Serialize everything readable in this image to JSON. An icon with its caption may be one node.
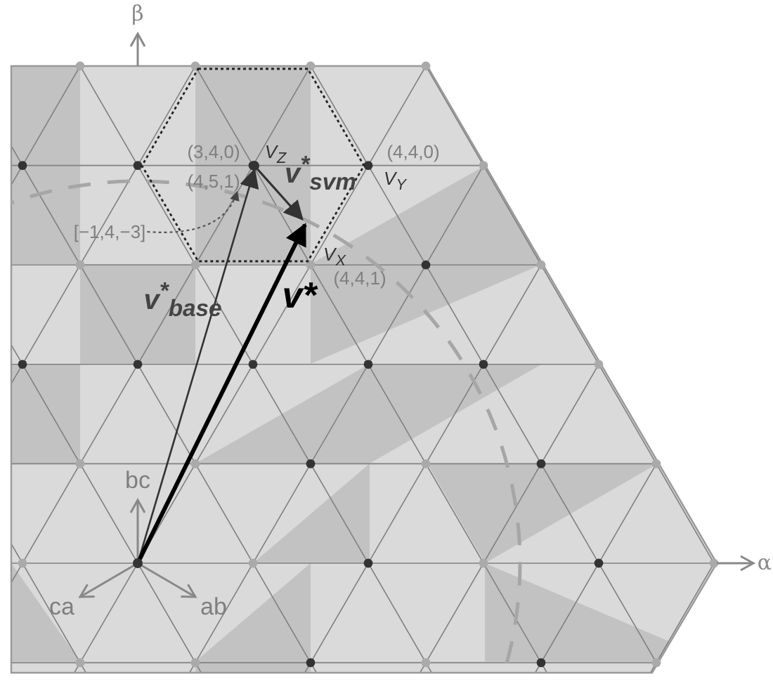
{
  "diagram": {
    "nodes": [
      {
        "text": [
          "[−1,4,−3]"
        ]
      },
      {
        "text": [
          "(4,5,1)"
        ]
      }
    ],
    "edges": [
      {
        "from": 0,
        "to": 1,
        "arrow": "to",
        "style": "dashed"
      }
    ],
    "labels": [
      "β",
      "(3,4,0)",
      "V$_{Z}$",
      "(4,4,0)",
      "v$^{*}$$_{svm}$",
      "V$_{Y}$",
      "V$_{X}$",
      "(4,4,1)",
      "v$^{*}$$_{base}$",
      "v*",
      "bc",
      "α",
      "ca",
      "ab"
    ]
  }
}
